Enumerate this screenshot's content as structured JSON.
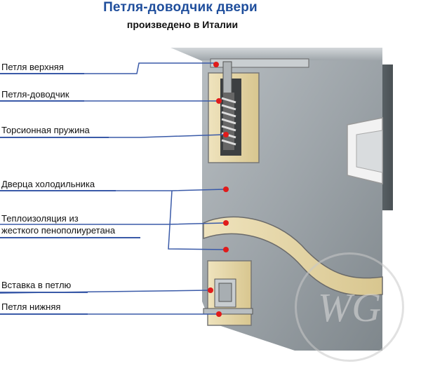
{
  "title": "Петля-доводчик двери",
  "subtitle": "произведено в Италии",
  "labels": [
    {
      "text1": "Петля верхняя",
      "text2": ""
    },
    {
      "text1": "Петля-доводчик",
      "text2": ""
    },
    {
      "text1": "Торсионная пружина",
      "text2": ""
    },
    {
      "text1": "Дверца холодильника",
      "text2": ""
    },
    {
      "text1": "Теплоизоляция из",
      "text2": "жесткого пенополиуретана"
    },
    {
      "text1": "Вставка в петлю",
      "text2": ""
    },
    {
      "text1": "Петля нижняя",
      "text2": ""
    }
  ],
  "watermark": "WG",
  "colors": {
    "title": "#1f4e9c",
    "leader": "#3a5aa8",
    "marker": "#e01b1b",
    "steel": "#9aa2a8",
    "foam": "#e6d7a8"
  }
}
